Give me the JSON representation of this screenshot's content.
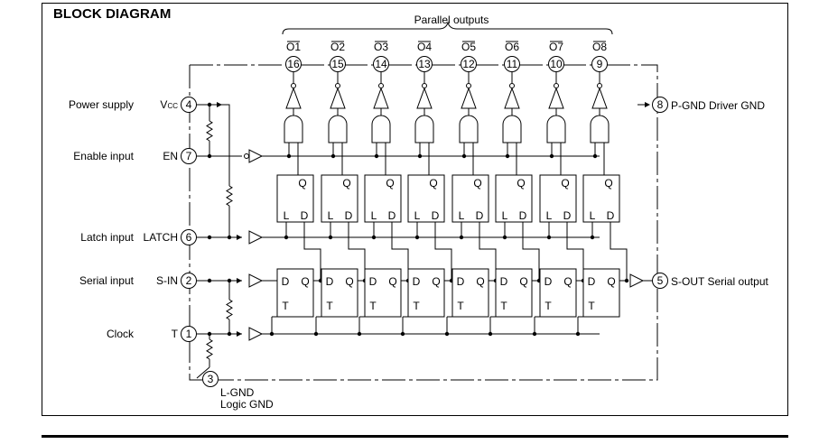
{
  "heading": "BLOCK DIAGRAM",
  "parallel_label": "Parallel outputs",
  "outputs": [
    {
      "name": "O1",
      "pin": "16"
    },
    {
      "name": "O2",
      "pin": "15"
    },
    {
      "name": "O3",
      "pin": "14"
    },
    {
      "name": "O4",
      "pin": "13"
    },
    {
      "name": "O5",
      "pin": "12"
    },
    {
      "name": "O6",
      "pin": "11"
    },
    {
      "name": "O7",
      "pin": "10"
    },
    {
      "name": "O8",
      "pin": "9"
    }
  ],
  "inputs": [
    {
      "label": "Power supply",
      "symbol": "V",
      "symbol_sub": "CC",
      "pin": "4"
    },
    {
      "label": "Enable input",
      "symbol": "EN",
      "pin": "7"
    },
    {
      "label": "Latch input",
      "symbol": "LATCH",
      "pin": "6"
    },
    {
      "label": "Serial input",
      "symbol": "S-IN",
      "pin": "2"
    },
    {
      "label": "Clock",
      "symbol": "T",
      "pin": "1"
    }
  ],
  "right_pins": [
    {
      "pin": "8",
      "symbol": "P-GND",
      "label": "Driver GND"
    },
    {
      "pin": "5",
      "symbol": "S-OUT",
      "label": "Serial output"
    }
  ],
  "ground_pin": {
    "pin": "3",
    "symbol": "L-GND",
    "label": "Logic GND"
  },
  "latch_pins": {
    "q": "Q",
    "l": "L",
    "d": "D"
  },
  "ff_pins": {
    "d": "D",
    "q": "Q",
    "t": "T"
  }
}
